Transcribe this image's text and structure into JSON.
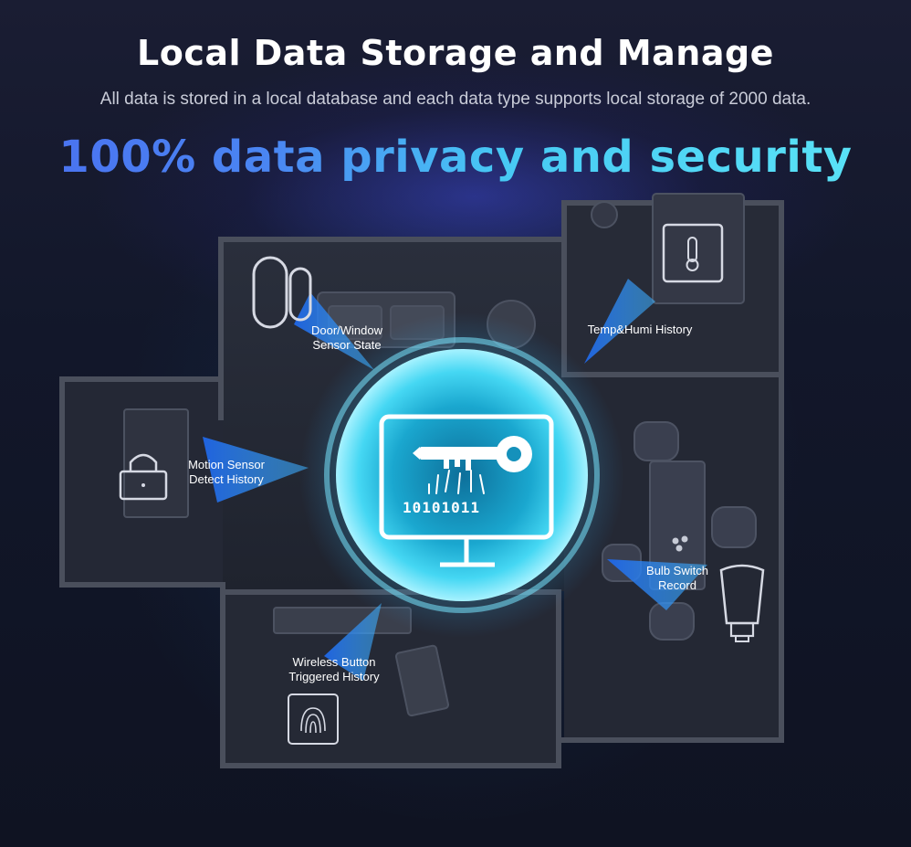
{
  "heading": {
    "title": "Local Data Storage and Manage",
    "subtitle": "All data is stored in a local database and each data type supports local storage of 2000 data.",
    "tagline": "100% data privacy and security"
  },
  "monitor": {
    "binary_text": "10101011",
    "icon": "key-icon"
  },
  "sensors": [
    {
      "label_lines": [
        "Door/Window",
        "Sensor State"
      ],
      "icon": "door-window-sensor-icon"
    },
    {
      "label_lines": [
        "Temp&Humi History"
      ],
      "icon": "thermometer-icon"
    },
    {
      "label_lines": [
        "Motion Sensor",
        "Detect History"
      ],
      "icon": "lock-icon"
    },
    {
      "label_lines": [
        "Bulb Switch",
        "Record"
      ],
      "icon": "light-bulb-icon"
    },
    {
      "label_lines": [
        "Wireless Button",
        "Triggered History"
      ],
      "icon": "fingerprint-icon"
    }
  ],
  "colors": {
    "tagline_gradient_start": "#4a6ff0",
    "tagline_gradient_end": "#5ce6f7",
    "orb_glow": "#3fd8ff",
    "beam": "#2f8cff",
    "wall": "#3a3f4c"
  }
}
